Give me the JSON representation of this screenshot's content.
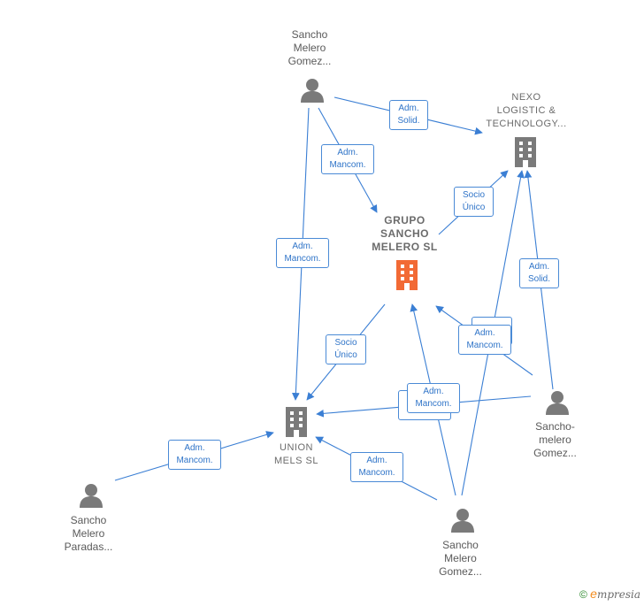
{
  "nodes": {
    "p_top": {
      "lines": [
        "Sancho",
        "Melero",
        "Gomez..."
      ]
    },
    "nexo": {
      "lines": [
        "NEXO",
        "LOGISTIC &",
        "TECHNOLOGY..."
      ]
    },
    "grupo": {
      "lines": [
        "GRUPO",
        "SANCHO",
        "MELERO  SL"
      ]
    },
    "union": {
      "lines": [
        "UNION",
        "MELS SL"
      ]
    },
    "p_right": {
      "lines": [
        "Sancho-",
        "melero",
        "Gomez..."
      ]
    },
    "p_left": {
      "lines": [
        "Sancho",
        "Melero",
        "Paradas..."
      ]
    },
    "p_bottom": {
      "lines": [
        "Sancho",
        "Melero",
        "Gomez..."
      ]
    }
  },
  "tags": {
    "t1": [
      "Adm.",
      "Solid."
    ],
    "t2": [
      "Adm.",
      "Mancom."
    ],
    "t3": [
      "Socio",
      "Único"
    ],
    "t4": [
      "Adm.",
      "Mancom."
    ],
    "t5": [
      "Adm.",
      "Solid."
    ],
    "t6": [
      "Socio",
      "Único"
    ],
    "t7": [
      "Adm.",
      "Mancom."
    ],
    "t8": [
      "Adm.",
      "Mancom."
    ],
    "t9": [
      "Adm.",
      "Mancom."
    ],
    "t10": [
      "Adm.",
      "Mancom."
    ]
  },
  "footer": {
    "copyright": "©",
    "brand_e": "e",
    "brand_rest": "mpresia"
  },
  "colors": {
    "edge": "#3b7fd4",
    "company_main": "#f26a35",
    "company": "#7a7a7a",
    "person": "#7a7a7a"
  }
}
